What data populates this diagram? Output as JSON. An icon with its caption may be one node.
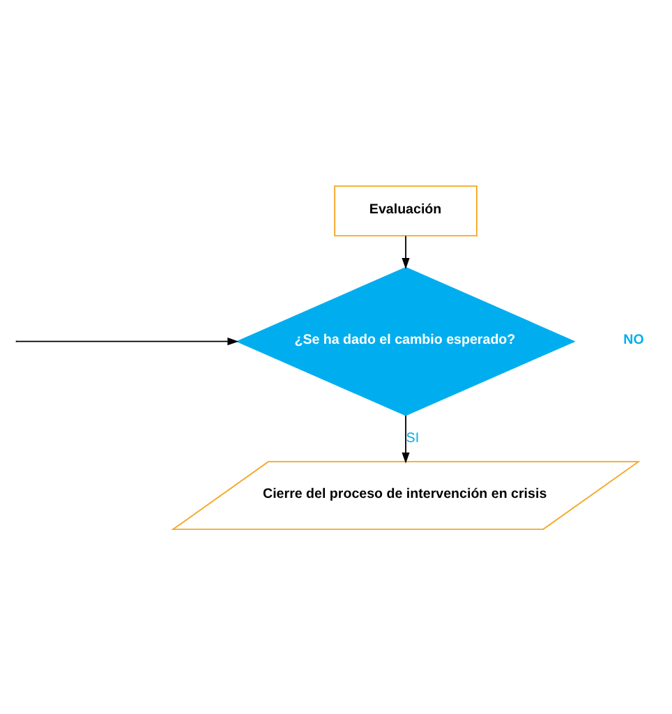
{
  "diagram": {
    "nodes": [
      {
        "text": [
          "Evaluación"
        ]
      },
      {
        "text": [
          "¿Se ha dado el cambio esperado?"
        ]
      },
      {
        "text": [
          "Cierre del proceso de intervención en crisis"
        ]
      }
    ],
    "edges": [
      {
        "from": 0,
        "to": 1,
        "arrow": "to"
      },
      {
        "from": null,
        "to": 1,
        "arrow": "to"
      },
      {
        "from": 1,
        "to": 2,
        "arrow": "to",
        "label": "SI"
      }
    ],
    "labels": [
      "NO"
    ]
  }
}
